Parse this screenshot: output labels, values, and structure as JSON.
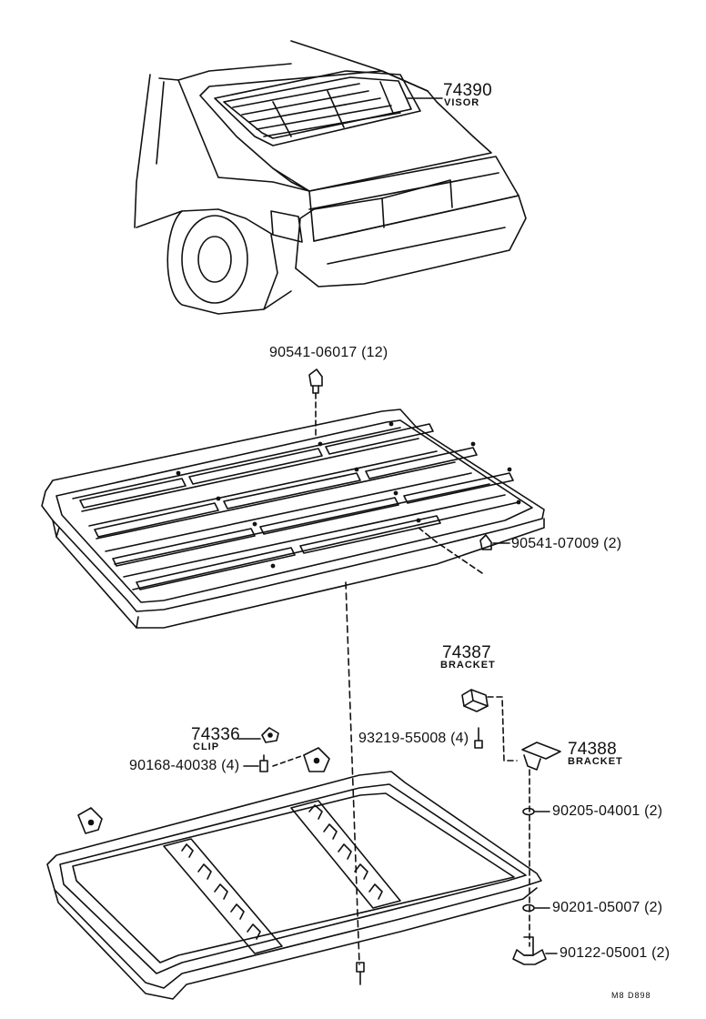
{
  "labels": {
    "visor_number": "74390",
    "visor_name": "VISOR",
    "bolt_top": "90541-06017 (12)",
    "bolt_side": "90541-07009 (2)",
    "bracket1_number": "74387",
    "bracket1_name": "BRACKET",
    "clip_number": "74336",
    "clip_name": "CLIP",
    "screw_left": "90168-40038 (4)",
    "screw_mid": "93219-55008 (4)",
    "bracket2_number": "74388",
    "bracket2_name": "BRACKET",
    "washer1": "90205-04001 (2)",
    "washer2": "90201-05007 (2)",
    "wingnut": "90122-05001 (2)",
    "diagram_code": "M8 D898"
  },
  "colors": {
    "line": "#111111",
    "background": "#ffffff"
  }
}
